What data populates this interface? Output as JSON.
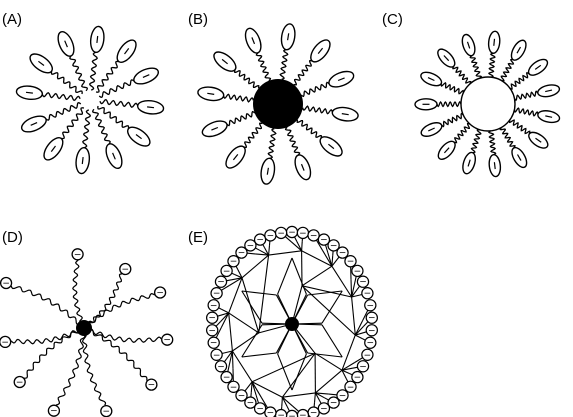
{
  "figure": {
    "panels": [
      {
        "id": "A",
        "label": "(A)",
        "core": "none"
      },
      {
        "id": "B",
        "label": "(B)",
        "core": "solid"
      },
      {
        "id": "C",
        "label": "(C)",
        "core": "hollow"
      },
      {
        "id": "D",
        "label": "(D)",
        "core": "small-solid"
      },
      {
        "id": "E",
        "label": "(E)",
        "core": "dendrimer"
      }
    ],
    "charge_symbol": "−"
  }
}
